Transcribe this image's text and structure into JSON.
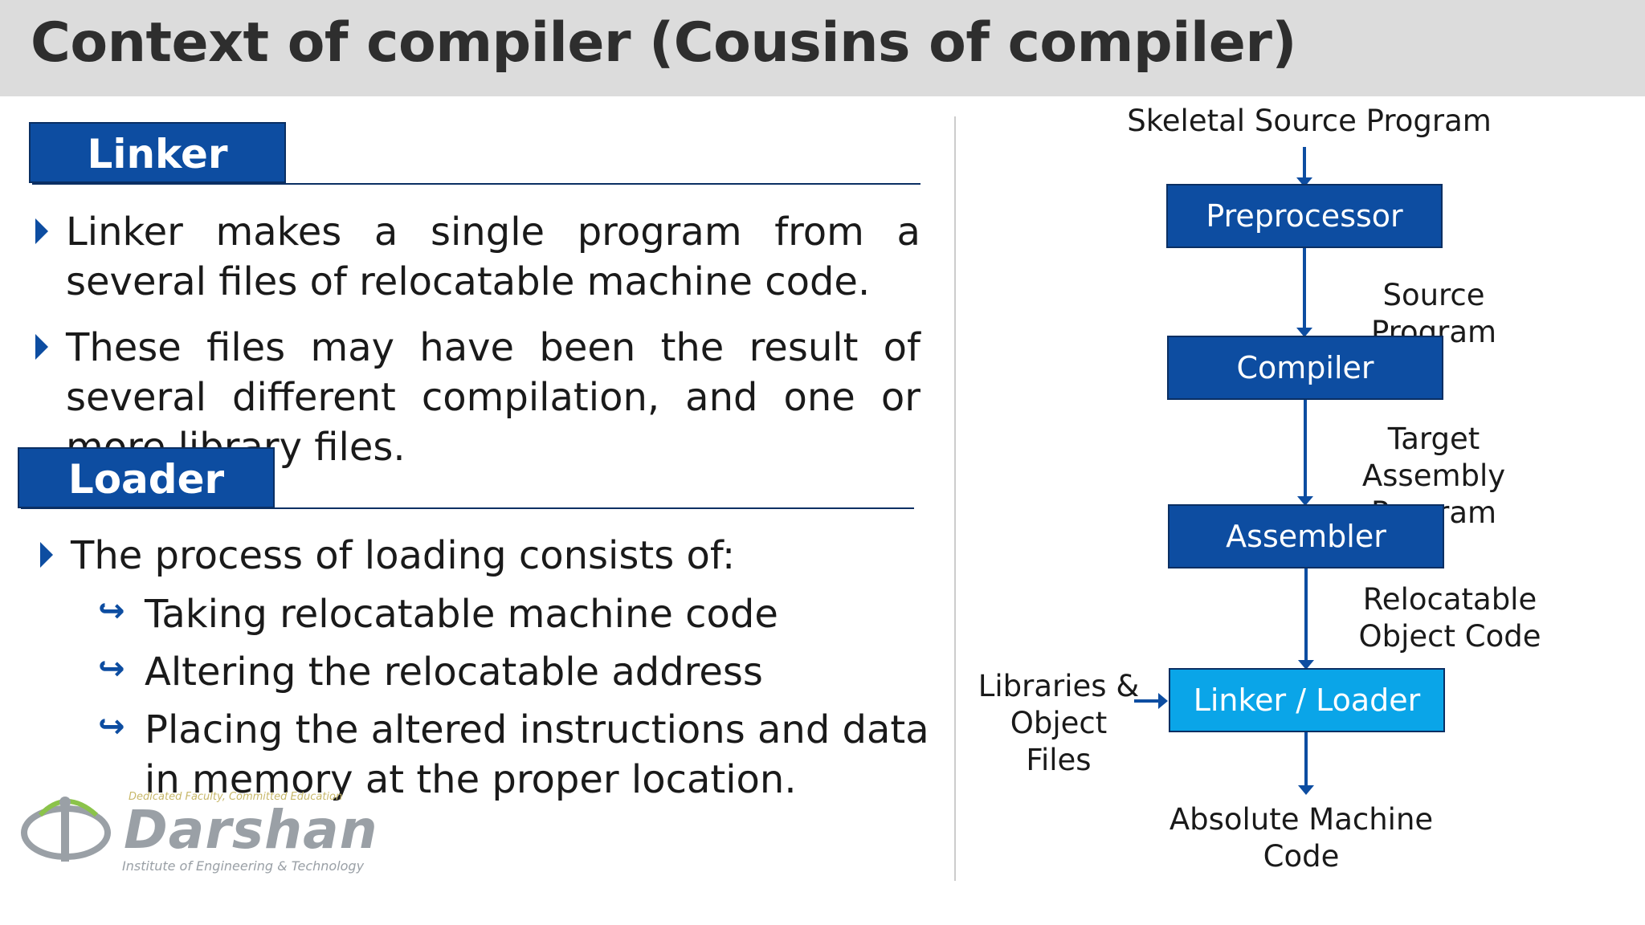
{
  "title": "Context of compiler (Cousins of compiler)",
  "linker": {
    "tab_label": "Linker",
    "bullet1_line1": [
      "Linker",
      "makes",
      "a",
      "single",
      "program",
      "from",
      "a"
    ],
    "bullet1_line2": "several files of relocatable machine code.",
    "bullet2_line1": [
      "These",
      "files",
      "may",
      "have",
      "been",
      "the",
      "result",
      "of"
    ],
    "bullet2_line2": [
      "several",
      "different",
      "compilation,",
      "and",
      "one",
      "or"
    ],
    "bullet2_line3": "more library files."
  },
  "loader": {
    "tab_label": "Loader",
    "intro": "The process of loading consists of:",
    "items": [
      "Taking relocatable machine code",
      "Altering the relocatable address",
      "Placing the altered instructions and data",
      "in memory at the proper location."
    ]
  },
  "diagram": {
    "top_label": "Skeletal Source Program",
    "boxes": [
      "Preprocessor",
      "Compiler",
      "Assembler",
      "Linker / Loader"
    ],
    "edge_labels": [
      [
        "Source",
        "Program"
      ],
      [
        "Target",
        "Assembly",
        "Program"
      ],
      [
        "Relocatable",
        "Object Code"
      ]
    ],
    "side_input": [
      "Libraries &",
      "Object",
      "Files"
    ],
    "bottom_label": [
      "Absolute Machine",
      "Code"
    ]
  },
  "logo": {
    "name": "Darshan",
    "tagline": "Dedicated Faculty, Committed Education",
    "subtitle": "Institute of Engineering & Technology"
  },
  "colors": {
    "accent": "#0d4da1",
    "highlight_box": "#0aa5e8",
    "title_bar": "#dcdcdc"
  }
}
